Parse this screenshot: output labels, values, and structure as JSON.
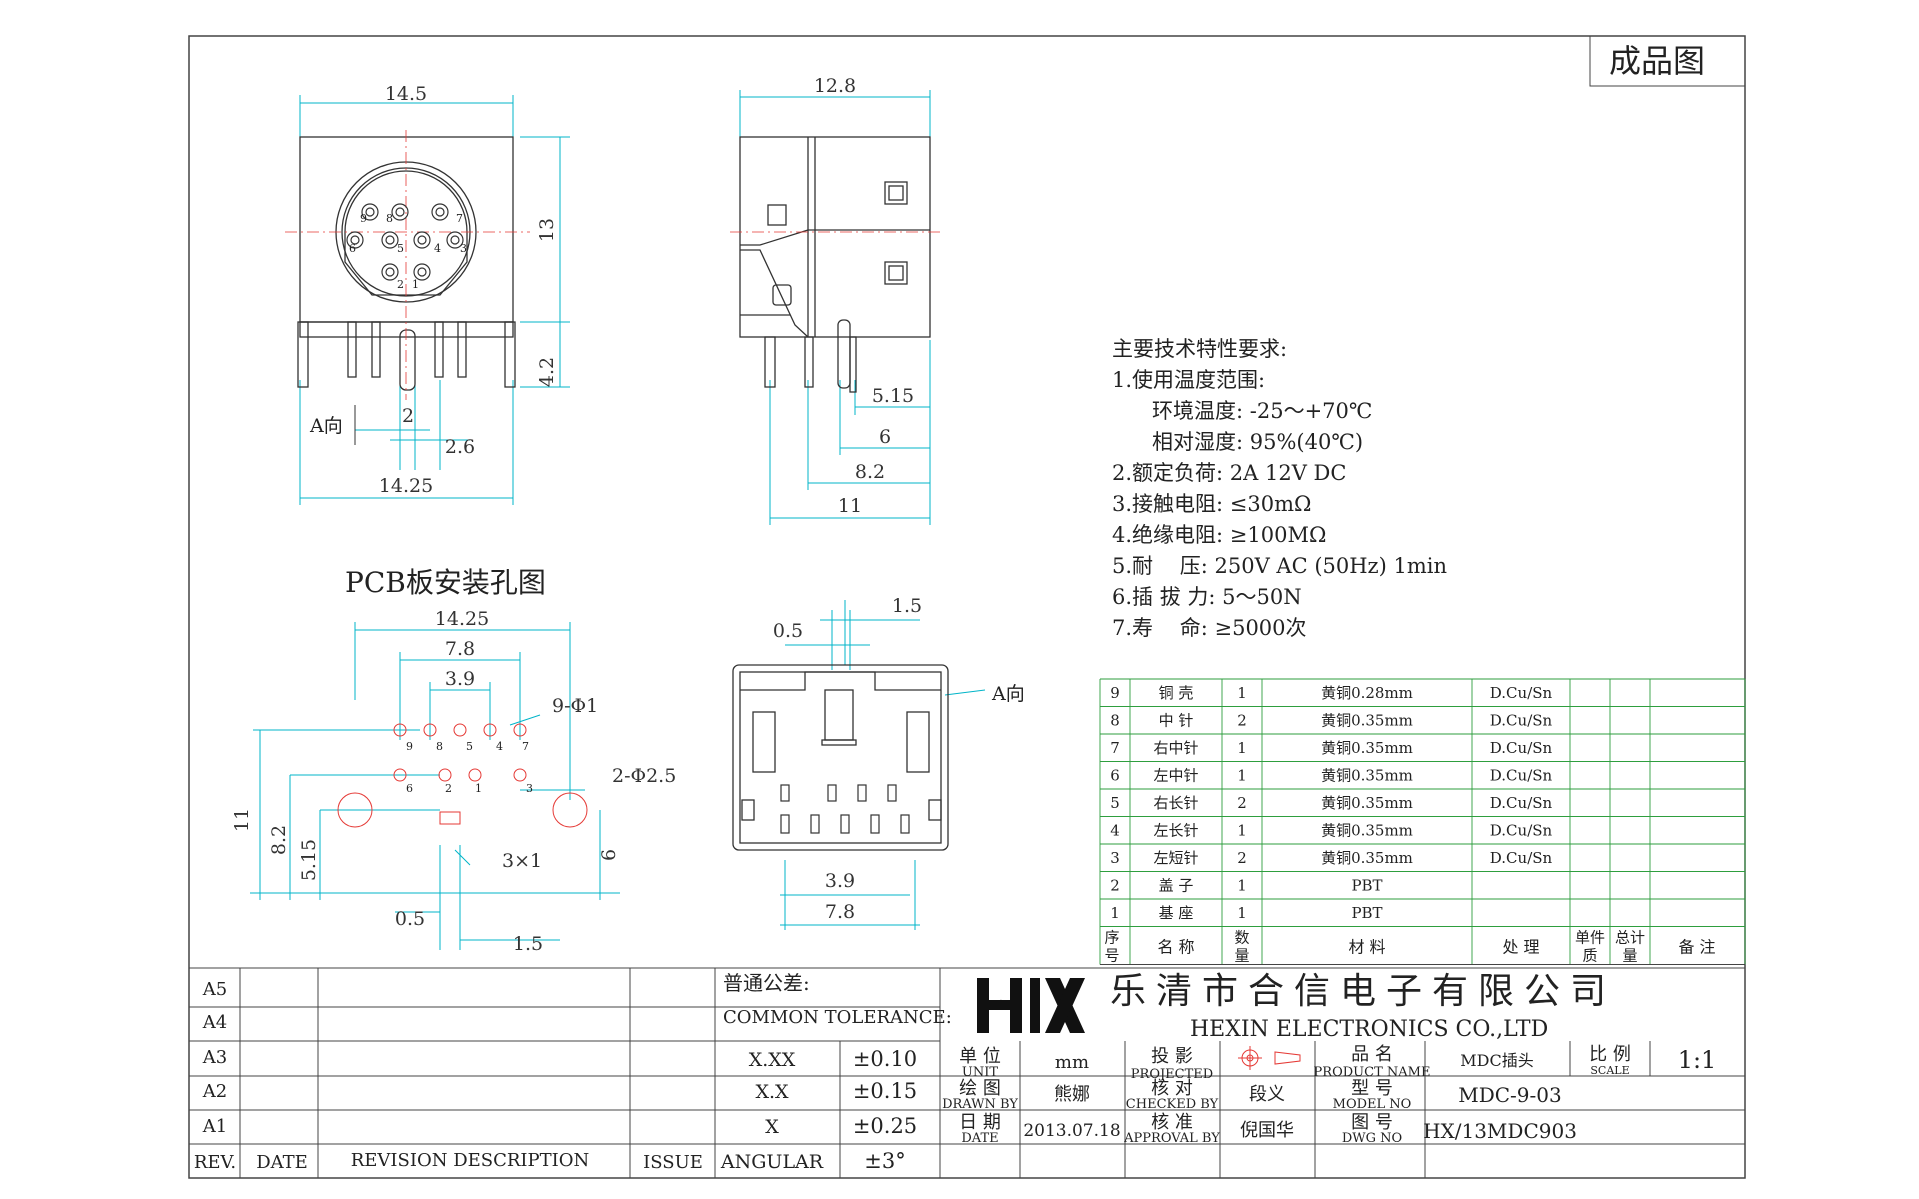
{
  "title_box": "成品图",
  "front_view": {
    "dim_width_top": "14.5",
    "dim_height": "13",
    "dim_pin_length": "4.2",
    "dim_pin_w": "2",
    "dim_pin_offset": "2.6",
    "dim_width_bottom": "14.25",
    "view_label": "A向",
    "pin_numbers": [
      "9",
      "8",
      "7",
      "6",
      "5",
      "4",
      "3",
      "2",
      "1"
    ]
  },
  "side_view": {
    "dim_depth": "12.8",
    "dim_a": "5.15",
    "dim_b": "6",
    "dim_c": "8.2",
    "dim_d": "11"
  },
  "pcb": {
    "title": "PCB板安装孔图",
    "dim_total": "14.25",
    "dim_78": "7.8",
    "dim_39": "3.9",
    "holes_label": "9-Φ1",
    "mount_label": "2-Φ2.5",
    "slot_label": "3×1",
    "dim_11": "11",
    "dim_82": "8.2",
    "dim_515": "5.15",
    "dim_6": "6",
    "dim_05": "0.5",
    "dim_15": "1.5",
    "pin_numbers": [
      "9",
      "8",
      "5",
      "4",
      "7",
      "6",
      "2",
      "1",
      "3"
    ]
  },
  "bottom_view": {
    "dim_05": "0.5",
    "dim_15": "1.5",
    "view_label": "A向",
    "dim_39": "3.9",
    "dim_78": "7.8"
  },
  "specs": {
    "heading": "主要技术特性要求:",
    "lines": [
      "1.使用温度范围:",
      "环境温度: -25～+70℃",
      "相对湿度: 95%(40℃)",
      "2.额定负荷: 2A 12V DC",
      "3.接触电阻: ≤30mΩ",
      "4.绝缘电阻: ≥100MΩ",
      "5.耐    压: 250V AC (50Hz) 1min",
      "6.插 拔 力: 5～50N",
      "7.寿    命: ≥5000次"
    ]
  },
  "bom": {
    "rows": [
      [
        "9",
        "铜 壳",
        "1",
        "黄铜0.28mm",
        "D.Cu/Sn"
      ],
      [
        "8",
        "中 针",
        "2",
        "黄铜0.35mm",
        "D.Cu/Sn"
      ],
      [
        "7",
        "右中针",
        "1",
        "黄铜0.35mm",
        "D.Cu/Sn"
      ],
      [
        "6",
        "左中针",
        "1",
        "黄铜0.35mm",
        "D.Cu/Sn"
      ],
      [
        "5",
        "右长针",
        "2",
        "黄铜0.35mm",
        "D.Cu/Sn"
      ],
      [
        "4",
        "左长针",
        "1",
        "黄铜0.35mm",
        "D.Cu/Sn"
      ],
      [
        "3",
        "左短针",
        "2",
        "黄铜0.35mm",
        "D.Cu/Sn"
      ],
      [
        "2",
        "盖 子",
        "1",
        "PBT",
        ""
      ],
      [
        "1",
        "基 座",
        "1",
        "PBT",
        ""
      ]
    ],
    "header": {
      "seq_a": "序",
      "seq_b": "号",
      "name": "名 称",
      "qty_a": "数",
      "qty_b": "量",
      "material": "材 料",
      "treatment": "处 理",
      "unit_a": "单件",
      "unit_b": "质",
      "total_a": "总计",
      "total_b": "量",
      "remark": "备 注"
    }
  },
  "revision": {
    "rows": [
      "A5",
      "A4",
      "A3",
      "A2",
      "A1"
    ],
    "rev": "REV.",
    "date": "DATE",
    "description": "REVISION DESCRIPTION",
    "issue": "ISSUE"
  },
  "tolerance": {
    "title_cn": "普通公差:",
    "title_en": "COMMON TOLERANCE:",
    "rows": [
      {
        "key": "X.XX",
        "val": "±0.10"
      },
      {
        "key": "X.X",
        "val": "±0.15"
      },
      {
        "key": "X",
        "val": "±0.25"
      },
      {
        "key": "ANGULAR",
        "val": "±3°"
      }
    ]
  },
  "company": {
    "logo": "HX",
    "name_cn": "乐清市合信电子有限公司",
    "name_en": "HEXIN ELECTRONICS CO.,LTD"
  },
  "title_block": {
    "unit_cn": "单 位",
    "unit_en": "UNIT",
    "unit_val": "mm",
    "proj_cn": "投 影",
    "proj_en": "PROJECTED",
    "pname_cn": "品 名",
    "pname_en": "PRODUCT NAME",
    "pname_val": "MDC插头",
    "scale_cn": "比 例",
    "scale_en": "SCALE",
    "scale_val": "1:1",
    "drawn_cn": "绘 图",
    "drawn_en": "DRAWN BY",
    "drawn_val": "熊娜",
    "checked_cn": "核 对",
    "checked_en": "CHECKED BY",
    "checked_val": "段义",
    "model_cn": "型 号",
    "model_en": "MODEL NO",
    "model_val": "MDC-9-03",
    "date_cn": "日 期",
    "date_en": "DATE",
    "date_val": "2013.07.18",
    "approval_cn": "核 准",
    "approval_en": "APPROVAL BY",
    "approval_val": "倪国华",
    "dwg_cn": "图 号",
    "dwg_en": "DWG NO",
    "dwg_val": "HX/13MDC903"
  },
  "colors": {
    "line": "#333333",
    "dimension": "#00b4c8",
    "center": "#e53935",
    "grid_green": "#2e9e3e"
  }
}
